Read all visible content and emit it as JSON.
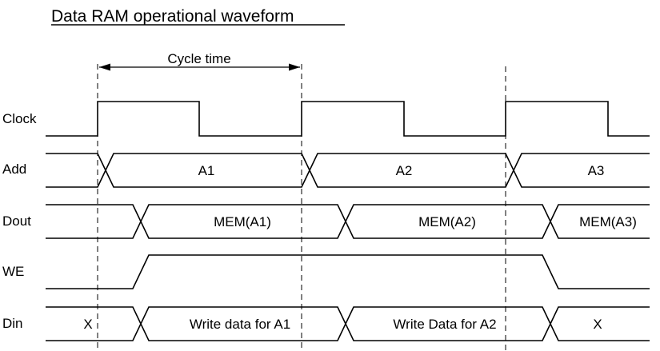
{
  "title": "Data RAM operational waveform",
  "cycle_label": "Cycle time",
  "signals": {
    "clock": "Clock",
    "add": "Add",
    "dout": "Dout",
    "we": "WE",
    "din": "Din"
  },
  "add_values": [
    "A1",
    "A2",
    "A3"
  ],
  "dout_values": [
    "MEM(A1)",
    "MEM(A2)",
    "MEM(A3)"
  ],
  "din_values": [
    "X",
    "Write data for A1",
    "Write Data for A2",
    "X"
  ]
}
